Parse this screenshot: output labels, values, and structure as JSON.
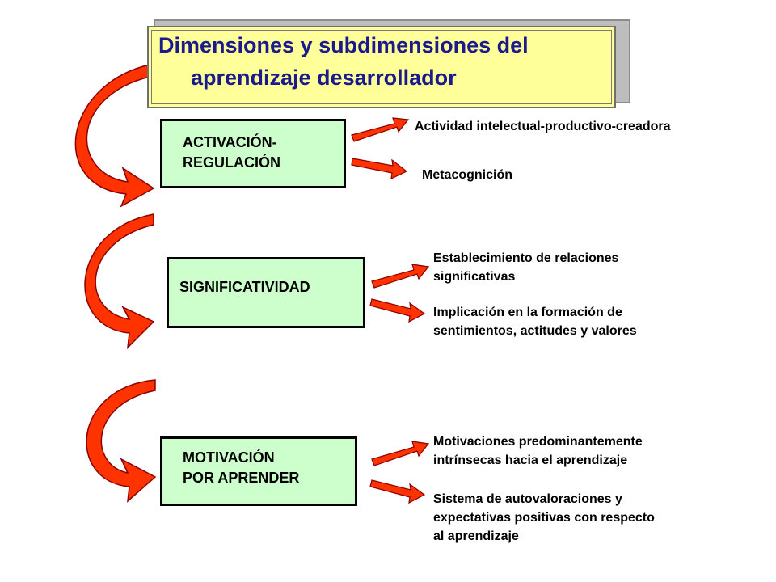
{
  "title": {
    "line1": "Dimensiones y subdimensiones del",
    "line2": "aprendizaje   desarrollador"
  },
  "dimensions": [
    {
      "label_lines": [
        "ACTIVACIÓN-",
        "REGULACIÓN"
      ],
      "subdimensions": [
        {
          "lines": [
            "Actividad intelectual-productivo-creadora"
          ]
        },
        {
          "lines": [
            "Metacognición"
          ]
        }
      ]
    },
    {
      "label_lines": [
        "SIGNIFICATIVIDAD"
      ],
      "subdimensions": [
        {
          "lines": [
            "Establecimiento de relaciones",
            "significativas"
          ]
        },
        {
          "lines": [
            "Implicación en la formación de",
            "sentimientos, actitudes y valores"
          ]
        }
      ]
    },
    {
      "label_lines": [
        "MOTIVACIÓN",
        "POR APRENDER"
      ],
      "subdimensions": [
        {
          "lines": [
            "Motivaciones predominantemente",
            "intrínsecas hacia el aprendizaje"
          ]
        },
        {
          "lines": [
            "Sistema de autovaloraciones y",
            "expectativas positivas con respecto",
            "al aprendizaje"
          ]
        }
      ]
    }
  ],
  "colors": {
    "arrow_fill": "#ff3300",
    "arrow_stroke": "#8b0000",
    "title_bg": "#ffff99",
    "title_text": "#1a1a8c",
    "box_bg": "#ccffcc"
  }
}
